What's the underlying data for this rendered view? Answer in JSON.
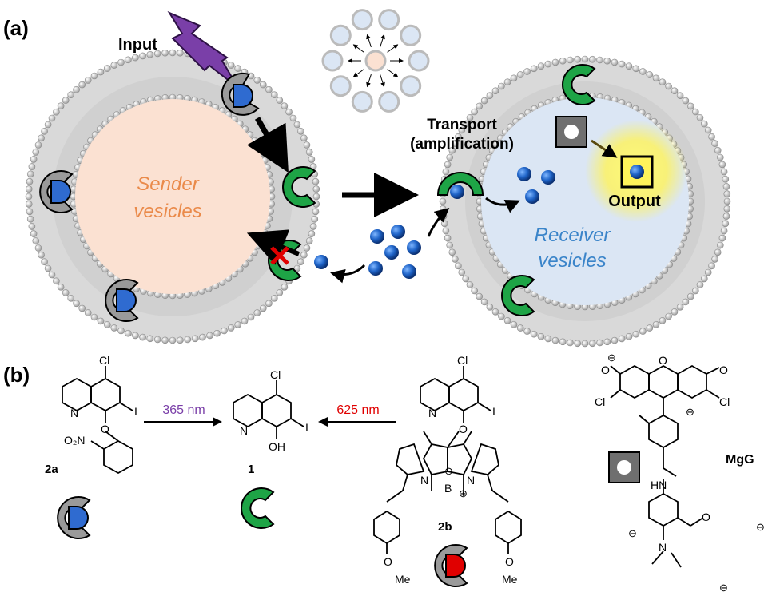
{
  "panel_a": {
    "label": "(a)",
    "input_label": "Input",
    "sender_label_1": "Sender",
    "sender_label_2": "vesicles",
    "transport_label_1": "Transport",
    "transport_label_2": "(amplification)",
    "output_label": "Output",
    "receiver_label_1": "Receiver",
    "receiver_label_2": "vesicles"
  },
  "panel_b": {
    "label": "(b)",
    "arrow_left_label": "365 nm",
    "arrow_right_label": "625 nm",
    "compound_2a": "2a",
    "compound_1": "1",
    "compound_2b": "2b",
    "compound_mgg": "MgG",
    "nitro_group": "O₂N",
    "cl": "Cl",
    "i": "I",
    "n": "N",
    "o": "O",
    "oh": "OH",
    "b": "B",
    "ome": "O",
    "me": "Me",
    "hn": "HN"
  },
  "colors": {
    "green": "#1ea446",
    "blue": "#2f6bd0",
    "gray": "#9a9a9a",
    "red": "#e00000",
    "purple": "#7a3fa8",
    "sender_fill": "#fbe1d2",
    "receiver_fill": "#dbe6f4",
    "sender_text": "#ea8a4a",
    "receiver_text": "#3a84c9",
    "arrow_365": "#7a3fa8",
    "arrow_625": "#e00000"
  }
}
